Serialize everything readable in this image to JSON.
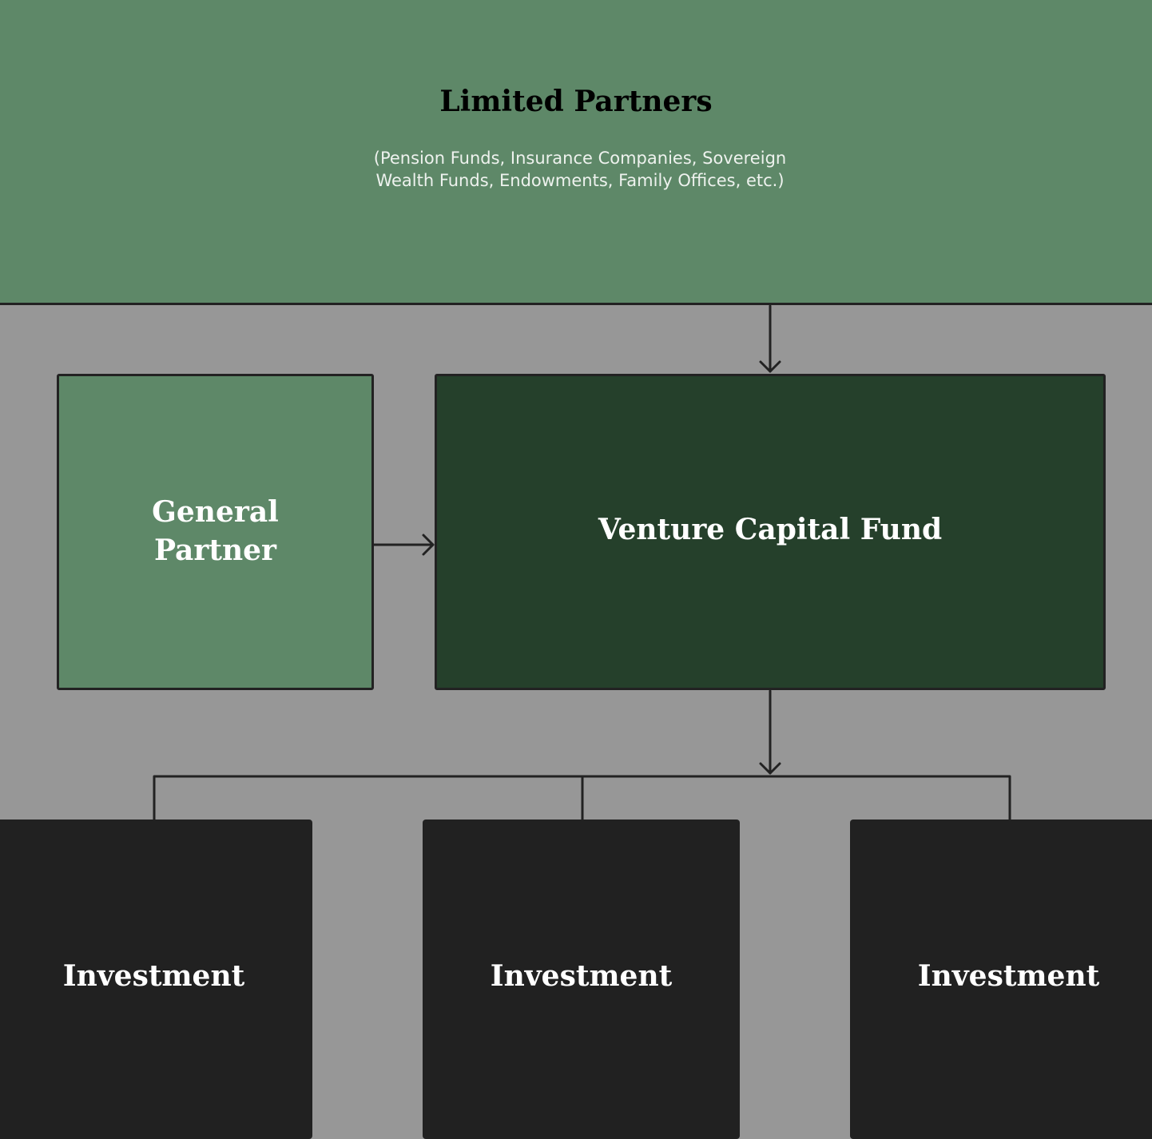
{
  "limited_partners": {
    "title": "Limited Partners",
    "subtitle_line1": "(Pension Funds, Insurance Companies, Sovereign",
    "subtitle_line2": "Wealth Funds, Endowments, Family Offices, etc.)"
  },
  "general_partner": {
    "line1": "General",
    "line2": "Partner"
  },
  "fund": {
    "title": "Venture Capital Fund"
  },
  "investments": [
    {
      "label": "Investment"
    },
    {
      "label": "Investment"
    },
    {
      "label": "Investment"
    }
  ],
  "colors": {
    "background": "#979797",
    "light_green": "#5e8868",
    "dark_green": "#25402b",
    "investment_box": "#212121",
    "connector": "#222222"
  }
}
